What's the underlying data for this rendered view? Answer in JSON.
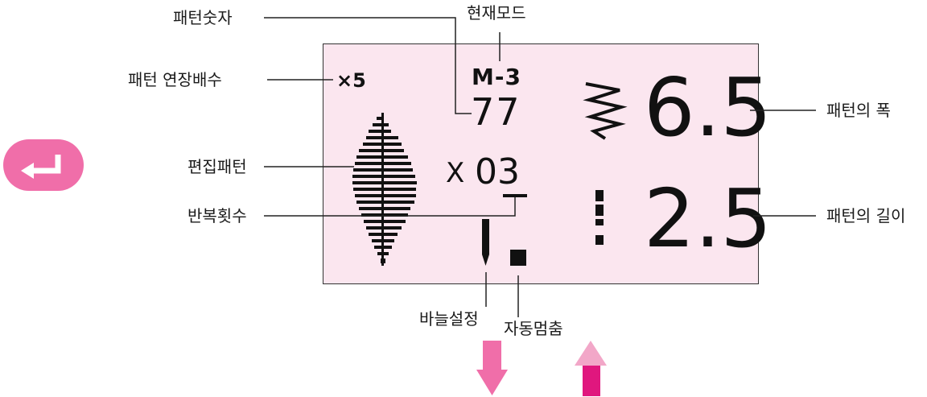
{
  "labels": {
    "pattern_number": "패턴숫자",
    "current_mode": "현재모드",
    "pattern_extension": "패턴 연장배수",
    "pattern_width": "패턴의 폭",
    "edit_pattern": "편집패턴",
    "repeat_count": "반복횟수",
    "pattern_length": "패턴의 길이",
    "needle_setting": "바늘설정",
    "auto_stop": "자동멈춤"
  },
  "lcd": {
    "extension_value": "×5",
    "mode_value": "M-3",
    "pattern_number_value": "77",
    "repeat_prefix": "X",
    "repeat_value": "03",
    "width_value": "6.5",
    "length_value": "2.5"
  },
  "icons": {
    "enter_button": "enter-return-icon",
    "down_arrow": "arrow-down-icon",
    "up_arrow": "arrow-up-icon"
  },
  "colors": {
    "enter_button": "#f06ea9",
    "lcd_background": "#fbe6ef",
    "down_arrow": "#f06ea9",
    "up_arrow": "#e0177e"
  }
}
